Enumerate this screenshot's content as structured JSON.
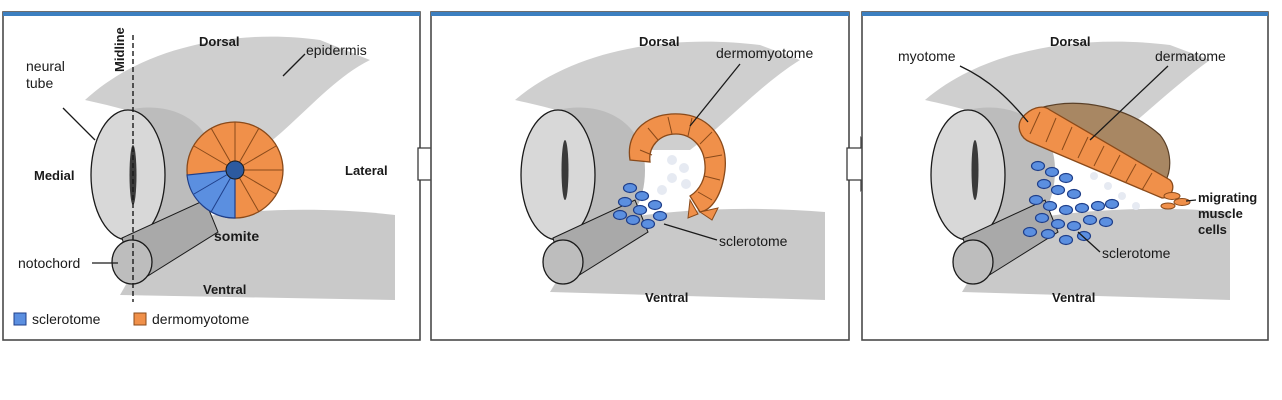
{
  "panel1": {
    "dorsal": "Dorsal",
    "ventral": "Ventral",
    "medial": "Medial",
    "lateral": "Lateral",
    "midline": "Midline",
    "neural_tube_line1": "neural",
    "neural_tube_line2": "tube",
    "epidermis": "epidermis",
    "somite": "somite",
    "notochord": "notochord"
  },
  "legend": {
    "sclerotome": "sclerotome",
    "dermomyotome": "dermomyotome",
    "sclerotome_color": "#5b8fe0",
    "dermomyotome_color": "#f0904a"
  },
  "panel2": {
    "dorsal": "Dorsal",
    "ventral": "Ventral",
    "dermomyotome": "dermomyotome",
    "sclerotome": "sclerotome"
  },
  "panel3": {
    "dorsal": "Dorsal",
    "ventral": "Ventral",
    "myotome": "myotome",
    "dermatome": "dermatome",
    "sclerotome": "sclerotome",
    "migrating_line1": "migrating",
    "migrating_line2": "muscle",
    "migrating_line3": "cells"
  },
  "colors": {
    "tissue_gray": "#c9c9c9",
    "dermatome_brown": "#a88763",
    "accent_bar": "#3c7fc0"
  }
}
